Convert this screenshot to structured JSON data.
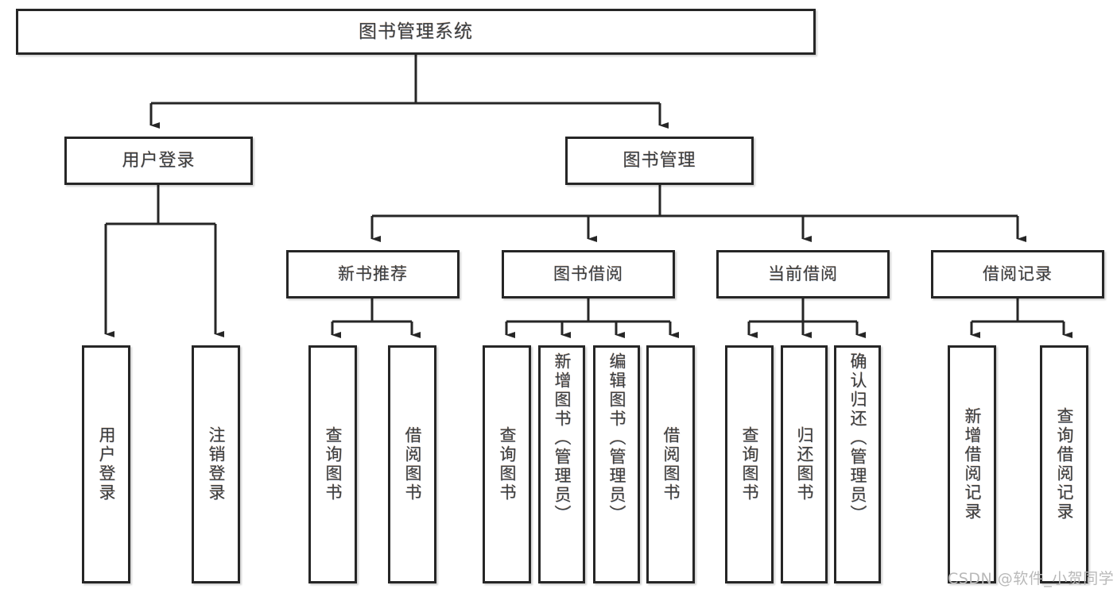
{
  "diagram": {
    "title": "图书管理系统",
    "type": "tree-hierarchy-chart",
    "accent_color": "#262626",
    "background_color": "#ffffff",
    "text_color": "#3d3d3d"
  },
  "root": {
    "label": "图书管理系统"
  },
  "level2": [
    {
      "label": "用户登录"
    },
    {
      "label": "图书管理"
    }
  ],
  "level3": [
    {
      "label": "新书推荐"
    },
    {
      "label": "图书借阅"
    },
    {
      "label": "当前借阅"
    },
    {
      "label": "借阅记录"
    }
  ],
  "leaves": {
    "user_login": [
      {
        "label": "用户登录"
      },
      {
        "label": "注销登录"
      }
    ],
    "new_book_recommend": [
      {
        "label": "查询图书"
      },
      {
        "label": "借阅图书"
      }
    ],
    "book_borrow": [
      {
        "label": "查询图书"
      },
      {
        "label": "新增图书（管理员）"
      },
      {
        "label": "编辑图书（管理员）"
      },
      {
        "label": "借阅图书"
      }
    ],
    "current_borrow": [
      {
        "label": "查询图书"
      },
      {
        "label": "归还图书"
      },
      {
        "label": "确认归还（管理员）"
      }
    ],
    "borrow_record": [
      {
        "label": "新增借阅记录"
      },
      {
        "label": "查询借阅记录"
      }
    ]
  },
  "watermark": {
    "text": "CSDN @软件_小贺同学"
  }
}
